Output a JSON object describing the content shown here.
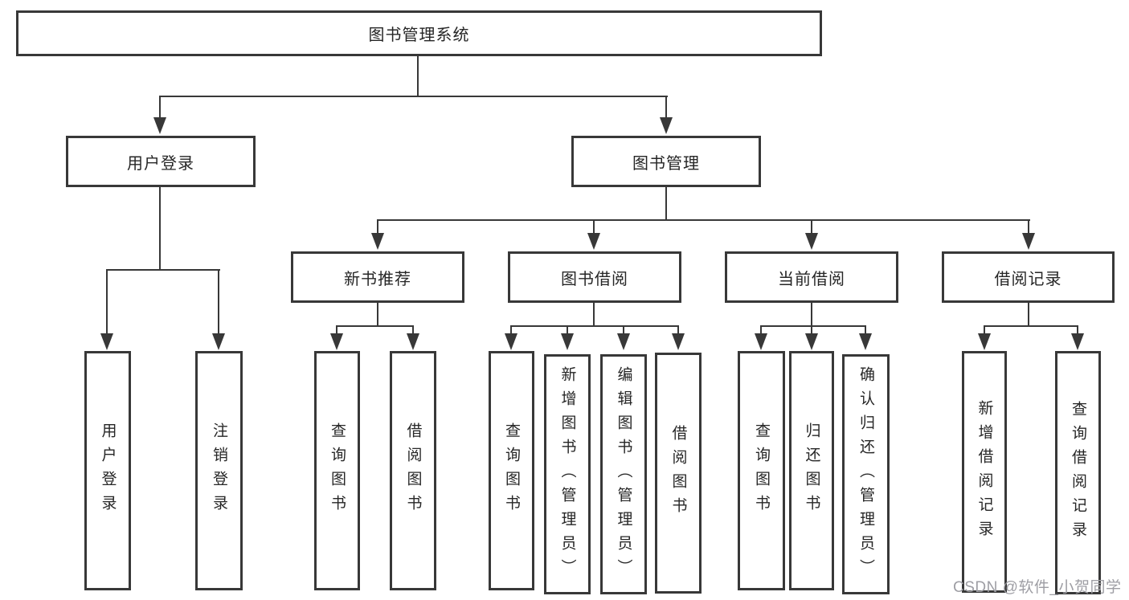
{
  "tree": {
    "root": {
      "label": "图书管理系统"
    },
    "children": [
      {
        "label": "用户登录",
        "children": [
          {
            "label": "用户登录"
          },
          {
            "label": "注销登录"
          }
        ]
      },
      {
        "label": "图书管理",
        "children": [
          {
            "label": "新书推荐",
            "children": [
              {
                "label": "查询图书"
              },
              {
                "label": "借阅图书"
              }
            ]
          },
          {
            "label": "图书借阅",
            "children": [
              {
                "label": "查询图书"
              },
              {
                "label": "新增图书（管理员）"
              },
              {
                "label": "编辑图书（管理员）"
              },
              {
                "label": "借阅图书"
              }
            ]
          },
          {
            "label": "当前借阅",
            "children": [
              {
                "label": "查询图书"
              },
              {
                "label": "归还图书"
              },
              {
                "label": "确认归还（管理员）"
              }
            ]
          },
          {
            "label": "借阅记录",
            "children": [
              {
                "label": "新增借阅记录"
              },
              {
                "label": "查询借阅记录"
              }
            ]
          }
        ]
      }
    ]
  },
  "watermark": {
    "text": "CSDN @软件_小贺同学"
  },
  "colors": {
    "line": "#383838",
    "watermark": "#9e9ea4",
    "background": "#ffffff"
  }
}
